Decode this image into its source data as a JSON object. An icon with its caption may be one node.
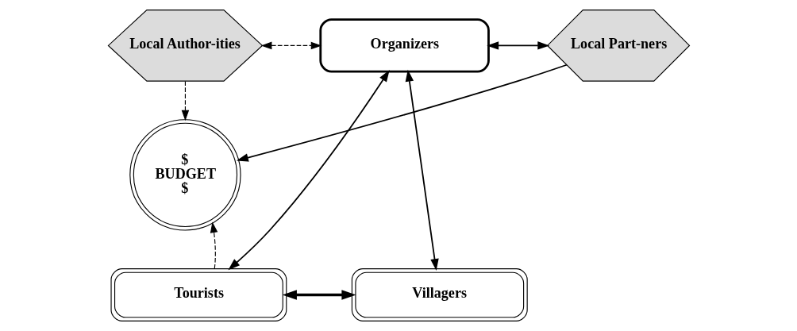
{
  "diagram": {
    "nodes": [
      {
        "text": [
          "Local Author-ities"
        ]
      },
      {
        "text": [
          "Organizers"
        ]
      },
      {
        "text": [
          "Local Part-ners"
        ]
      },
      {
        "text": [
          "$",
          "BUDGET",
          "$"
        ]
      },
      {
        "text": [
          "Tourists"
        ]
      },
      {
        "text": [
          "Villagers"
        ]
      }
    ],
    "edges": [
      {
        "from": 0,
        "to": 1,
        "arrow": "both",
        "style": "dashed"
      },
      {
        "from": 1,
        "to": 2,
        "arrow": "both"
      },
      {
        "from": 0,
        "to": 3,
        "arrow": "to",
        "style": "dashed"
      },
      {
        "from": 2,
        "to": 3,
        "arrow": "to"
      },
      {
        "from": 4,
        "to": 1,
        "arrow": "both"
      },
      {
        "from": 1,
        "to": 5,
        "arrow": "both"
      },
      {
        "from": 4,
        "to": 3,
        "arrow": "to",
        "style": "dashed"
      },
      {
        "from": 4,
        "to": 5,
        "arrow": "both",
        "style": "thick"
      }
    ]
  }
}
